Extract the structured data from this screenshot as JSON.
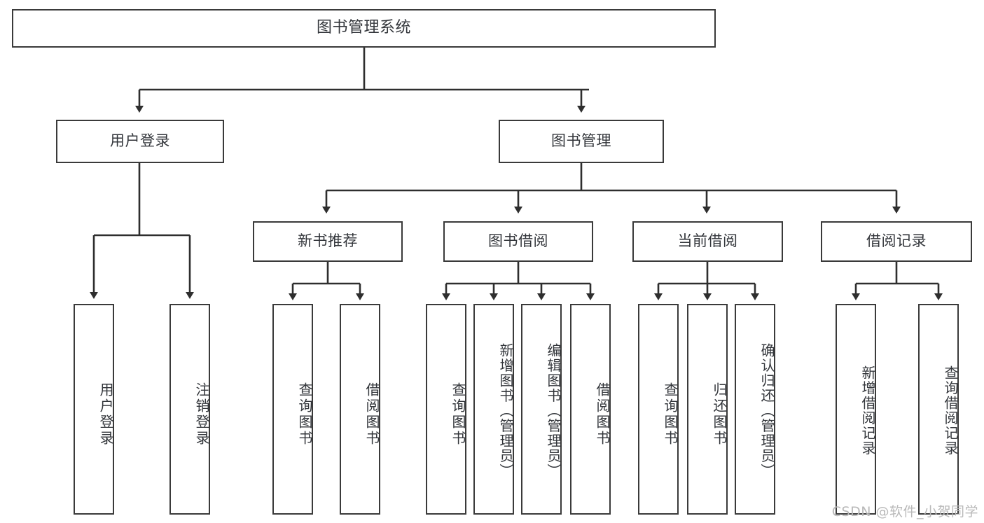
{
  "diagram": {
    "title": "图书管理系统",
    "watermark": "CSDN @软件_小贺同学",
    "root": {
      "label": "图书管理系统"
    },
    "level2": [
      {
        "label": "用户登录"
      },
      {
        "label": "图书管理"
      }
    ],
    "level3": [
      {
        "label": "新书推荐"
      },
      {
        "label": "图书借阅"
      },
      {
        "label": "当前借阅"
      },
      {
        "label": "借阅记录"
      }
    ],
    "leaves": {
      "user_login": [
        {
          "label": "用户登录"
        },
        {
          "label": "注销登录"
        }
      ],
      "new_book": [
        {
          "label": "查询图书"
        },
        {
          "label": "借阅图书"
        }
      ],
      "book_borrow": [
        {
          "label": "查询图书"
        },
        {
          "label": "新增图书（管理员）"
        },
        {
          "label": "编辑图书（管理员）"
        },
        {
          "label": "借阅图书"
        }
      ],
      "current_borrow": [
        {
          "label": "查询图书"
        },
        {
          "label": "归还图书"
        },
        {
          "label": "确认归还（管理员）"
        }
      ],
      "borrow_record": [
        {
          "label": "新增借阅记录"
        },
        {
          "label": "查询借阅记录"
        }
      ]
    },
    "colors": {
      "stroke": "#3a3a3a",
      "text": "#33363b",
      "background": "#ffffff",
      "watermark": "#b9b9b9"
    }
  }
}
